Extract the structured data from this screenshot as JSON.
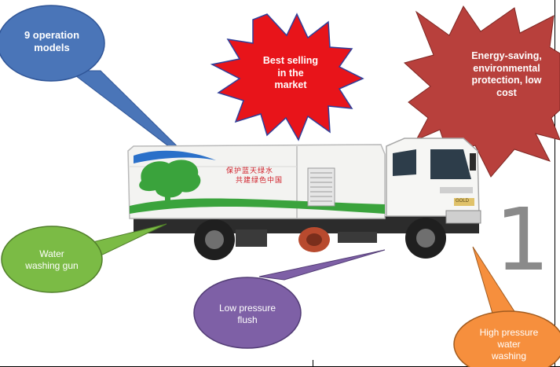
{
  "colors": {
    "blue_callout": "#4a75b8",
    "red_star": "#e8141a",
    "maroon_star": "#b8403c",
    "green_callout": "#7bbb45",
    "purple_callout": "#7e60a6",
    "orange_callout": "#f68f3d",
    "truck_body": "#f3f3f1",
    "truck_stripe_green": "#3aa33c",
    "truck_stripe_blue": "#2a70c9"
  },
  "callouts": {
    "operation_models": "9 operation\nmodels",
    "best_selling": "Best selling\nin the\nmarket",
    "energy_saving": "Energy-saving,\nenvironmental\nprotection, low\ncost",
    "water_gun": "Water\nwashing gun",
    "low_pressure": "Low pressure\nflush",
    "high_pressure": "High pressure\nwater\nwashing"
  },
  "truck": {
    "slogan_line1": "保护蓝天绿水",
    "slogan_line2": "共建绿色中国",
    "cab_badge": "GOLD"
  },
  "decor": {
    "big_numeral": "1"
  }
}
